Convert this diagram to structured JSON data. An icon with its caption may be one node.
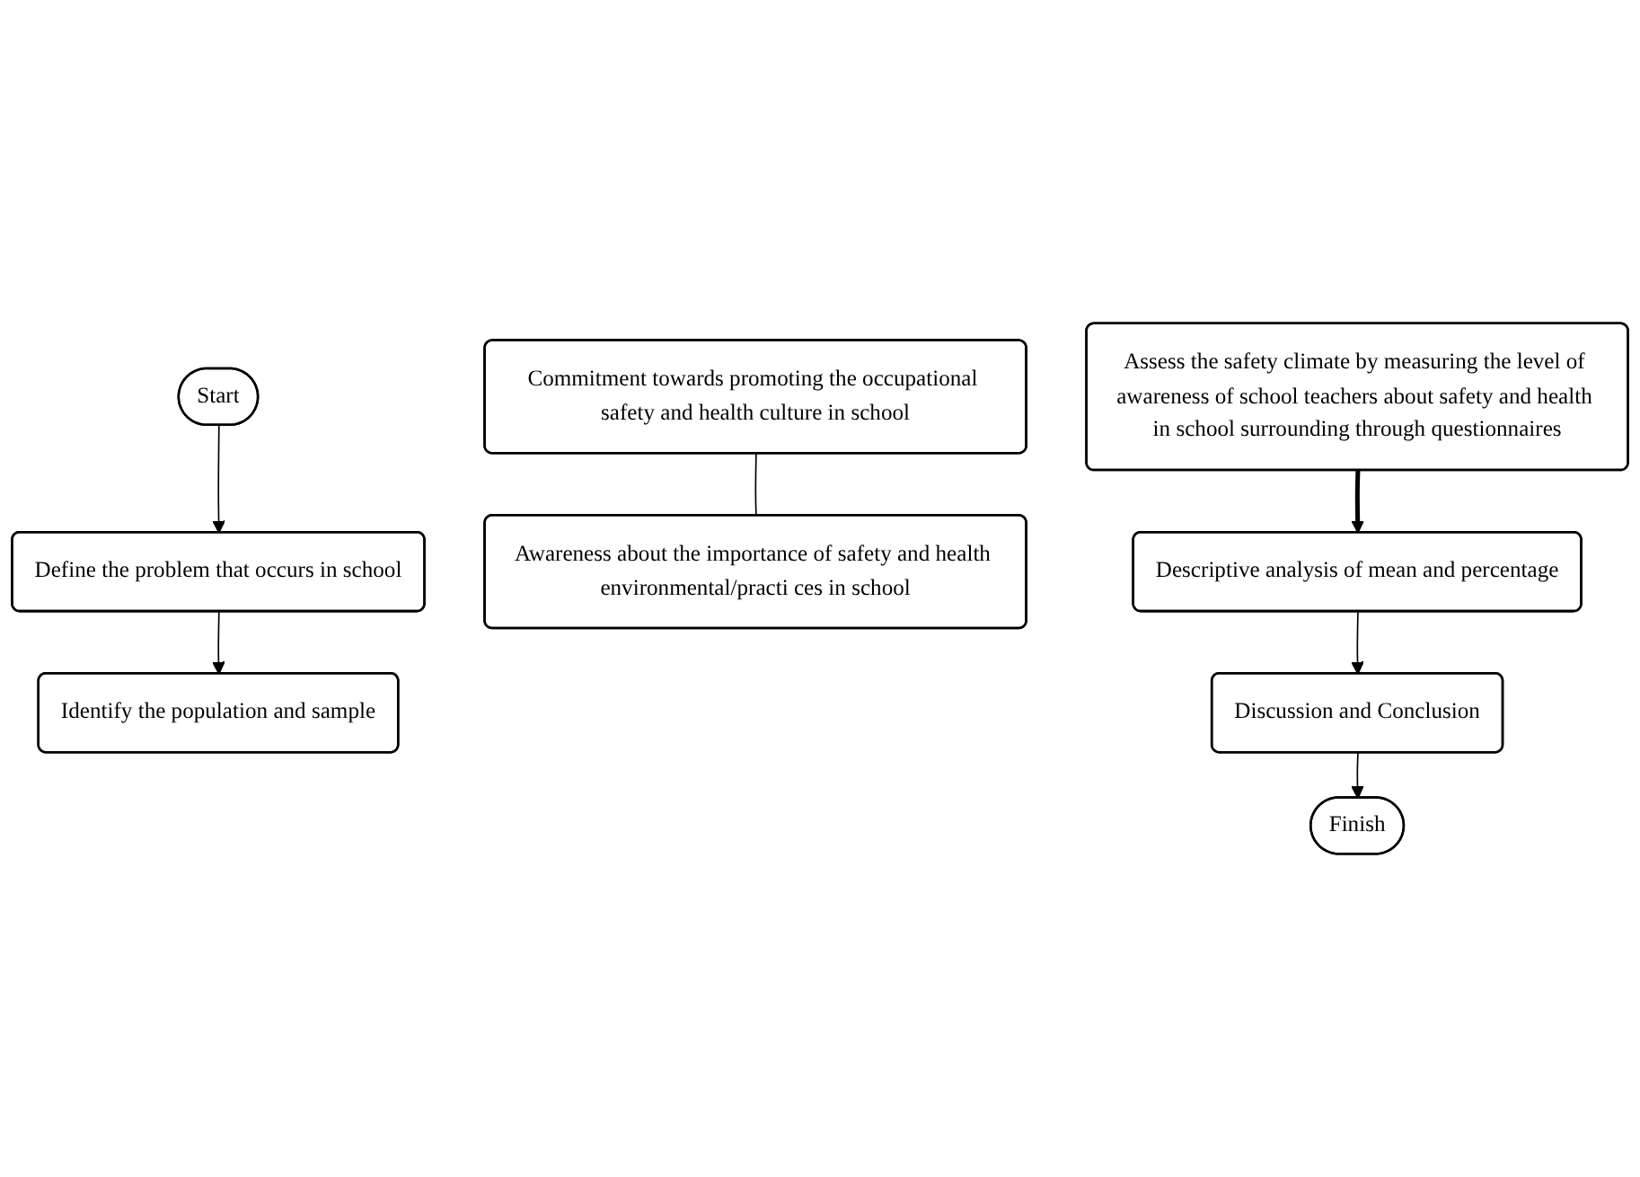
{
  "diagram": {
    "nodes": [
      {
        "text": [
          "Start"
        ]
      },
      {
        "text": [
          "Define the problem that occurs in school"
        ]
      },
      {
        "text": [
          "Identify the population and sample"
        ]
      },
      {
        "text": [
          "Assess the safety climate by measuring the level of awareness of school teachers about safety and health in school surrounding through questionnaires"
        ]
      },
      {
        "text": [
          "Commitment towards promoting the occupational safety and health culture in school"
        ]
      },
      {
        "text": [
          "Awareness about the importance of safety and health environmental/practi ces in school"
        ]
      },
      {
        "text": [
          "Descriptive analysis of mean and percentage"
        ]
      },
      {
        "text": [
          "Discussion and Conclusion"
        ]
      },
      {
        "text": [
          "Finish"
        ]
      }
    ],
    "edges": [
      {
        "from": 0,
        "to": 1,
        "arrow": "to"
      },
      {
        "from": 1,
        "to": 2,
        "arrow": "to"
      },
      {
        "from": 3,
        "to": 6,
        "arrow": "to",
        "style": "thick"
      },
      {
        "from": 4,
        "to": 5,
        "arrow": "none"
      },
      {
        "from": 6,
        "to": 7,
        "arrow": "to"
      },
      {
        "from": 7,
        "to": 8,
        "arrow": "to"
      }
    ]
  }
}
